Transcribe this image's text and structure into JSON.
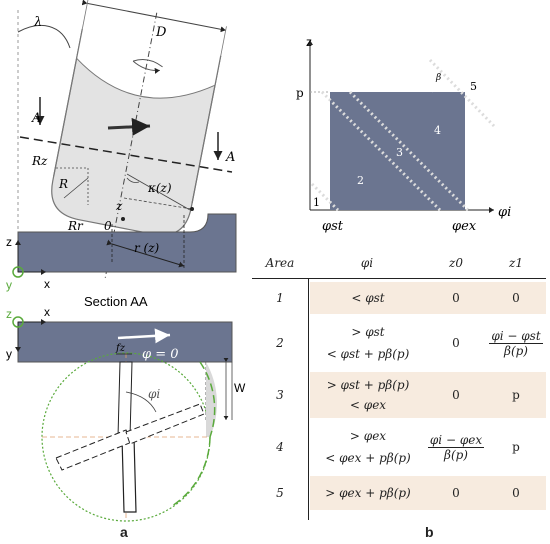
{
  "panel_a": {
    "labels": {
      "lambda": "λ",
      "D": "D",
      "A_left": "A",
      "A_right": "A",
      "Rz": "Rz",
      "R": "R",
      "Rr": "Rr",
      "kappa": "κ(z)",
      "z_mark": "z",
      "zero": "0",
      "r_z": "r (z)",
      "axis_z": "z",
      "axis_y": "y",
      "axis_x": "x",
      "section_title": "Section AA",
      "axis_z2": "z",
      "axis_x2": "x",
      "axis_y2": "y",
      "fz": "fz",
      "phi_eq": "φ = 0",
      "phi_i": "φi",
      "W": "W"
    },
    "caption": "a"
  },
  "panel_b_chart": {
    "labels": {
      "z": "z",
      "p": "p",
      "beta": "β",
      "phi_i": "φi",
      "phi_st": "φst",
      "phi_ex": "φex",
      "region_1": "1",
      "region_2": "2",
      "region_3": "3",
      "region_4": "4",
      "region_5": "5"
    },
    "fill_color": "#6b7590"
  },
  "table": {
    "headers": [
      "Area",
      "φi",
      "z0",
      "z1"
    ],
    "rows": [
      {
        "area": "1",
        "phi": [
          "< φst"
        ],
        "z0": "0",
        "z1": "0",
        "shaded": true
      },
      {
        "area": "2",
        "phi": [
          "> φst",
          "< φst + pβ(p)"
        ],
        "z0": "0",
        "z1_num": "φi − φst",
        "z1_den": "β(p)",
        "shaded": false
      },
      {
        "area": "3",
        "phi": [
          "> φst + pβ(p)",
          "< φex"
        ],
        "z0": "0",
        "z1": "p",
        "shaded": true
      },
      {
        "area": "4",
        "phi": [
          "> φex",
          "< φex + pβ(p)"
        ],
        "z0_num": "φi − φex",
        "z0_den": "β(p)",
        "z1": "p",
        "shaded": false
      },
      {
        "area": "5",
        "phi": [
          "> φex + pβ(p)"
        ],
        "z0": "0",
        "z1": "0",
        "shaded": true
      }
    ],
    "shade_color": "#f7ebdf"
  },
  "caption_b": "b"
}
